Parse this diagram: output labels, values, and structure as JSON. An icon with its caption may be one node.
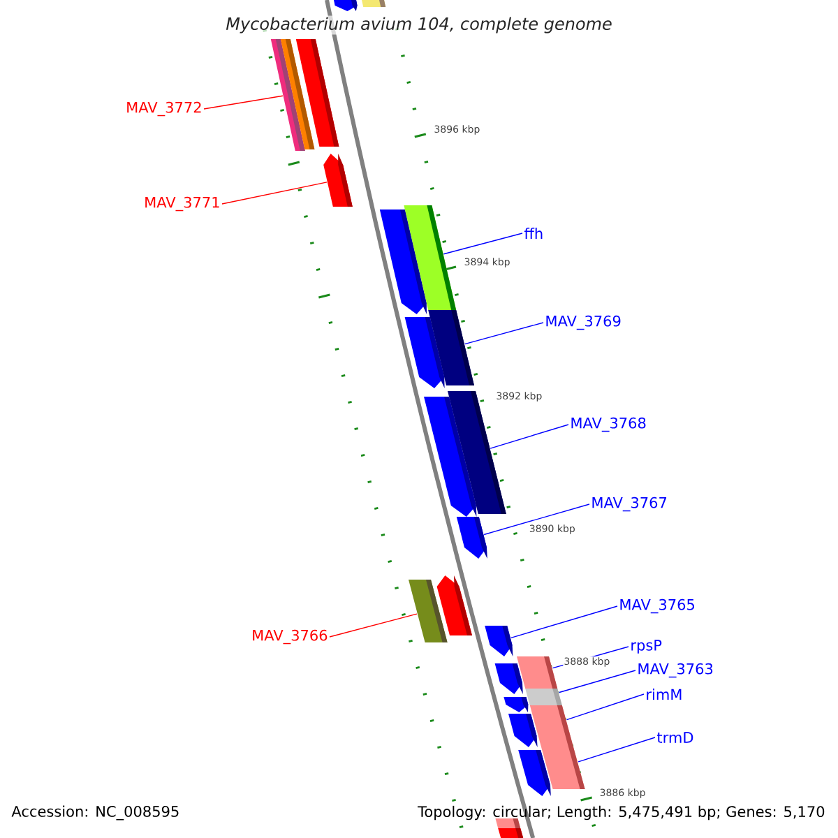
{
  "diagram": {
    "title": "Mycobacterium avium 104, complete genome",
    "nodes": [
      {
        "text": [],
        "shape": "arrow"
      },
      {
        "text": [],
        "shape": "box"
      },
      {
        "text": [
          "MAV_3772"
        ]
      },
      {
        "text": [],
        "shape": "box"
      },
      {
        "text": [],
        "shape": "box"
      },
      {
        "text": [],
        "shape": "box"
      },
      {
        "text": [
          "MAV_3771"
        ]
      },
      {
        "text": [],
        "shape": "arrow"
      },
      {
        "text": [],
        "shape": "arrow"
      },
      {
        "text": [
          "ffh"
        ]
      },
      {
        "text": [],
        "shape": "box"
      },
      {
        "text": [],
        "shape": "arrow"
      },
      {
        "text": [
          "MAV_3769"
        ]
      },
      {
        "text": [],
        "shape": "box"
      },
      {
        "text": [],
        "shape": "arrow"
      },
      {
        "text": [
          "MAV_3768"
        ]
      },
      {
        "text": [],
        "shape": "box"
      },
      {
        "text": [
          "MAV_3767"
        ]
      },
      {
        "text": [],
        "shape": "arrow"
      },
      {
        "text": [],
        "shape": "arrow"
      },
      {
        "text": [
          "MAV_3766"
        ]
      },
      {
        "text": [],
        "shape": "box"
      },
      {
        "text": [
          "MAV_3765"
        ]
      },
      {
        "text": [],
        "shape": "arrow"
      },
      {
        "text": [
          "rpsP"
        ]
      },
      {
        "text": [],
        "shape": "box"
      },
      {
        "text": [],
        "shape": "arrow"
      },
      {
        "text": [
          "MAV_3763"
        ]
      },
      {
        "text": [],
        "shape": "box"
      },
      {
        "text": [],
        "shape": "arrow"
      },
      {
        "text": [
          "rimM"
        ]
      },
      {
        "text": [],
        "shape": "box"
      },
      {
        "text": [],
        "shape": "arrow"
      },
      {
        "text": [
          "trmD"
        ]
      },
      {
        "text": [],
        "shape": "box"
      },
      {
        "text": [],
        "shape": "arrow"
      },
      {
        "text": [],
        "shape": "box"
      },
      {
        "text": [],
        "shape": "box"
      }
    ],
    "edges": [
      {
        "from": 2,
        "to": 3,
        "arrow": "none",
        "color": "#ff0000"
      },
      {
        "from": 6,
        "to": 7,
        "arrow": "none",
        "color": "#ff0000"
      },
      {
        "from": 9,
        "to": 10,
        "arrow": "none"
      },
      {
        "from": 12,
        "to": 13,
        "arrow": "none"
      },
      {
        "from": 15,
        "to": 16,
        "arrow": "none"
      },
      {
        "from": 17,
        "to": 18,
        "arrow": "none"
      },
      {
        "from": 20,
        "to": 21,
        "arrow": "none",
        "color": "#ff0000"
      },
      {
        "from": 22,
        "to": 23,
        "arrow": "none"
      },
      {
        "from": 24,
        "to": 25,
        "arrow": "none"
      },
      {
        "from": 27,
        "to": 28,
        "arrow": "none"
      },
      {
        "from": 30,
        "to": 31,
        "arrow": "none"
      },
      {
        "from": 33,
        "to": 34,
        "arrow": "none"
      }
    ],
    "labels": [
      "3896 kbp",
      "3894 kbp",
      "3892 kbp",
      "3890 kbp",
      "3888 kbp",
      "3886 kbp",
      "Accession: NC_008595",
      "Topology: circular; Length: 5,475,491 bp; Genes: 5,170"
    ]
  }
}
